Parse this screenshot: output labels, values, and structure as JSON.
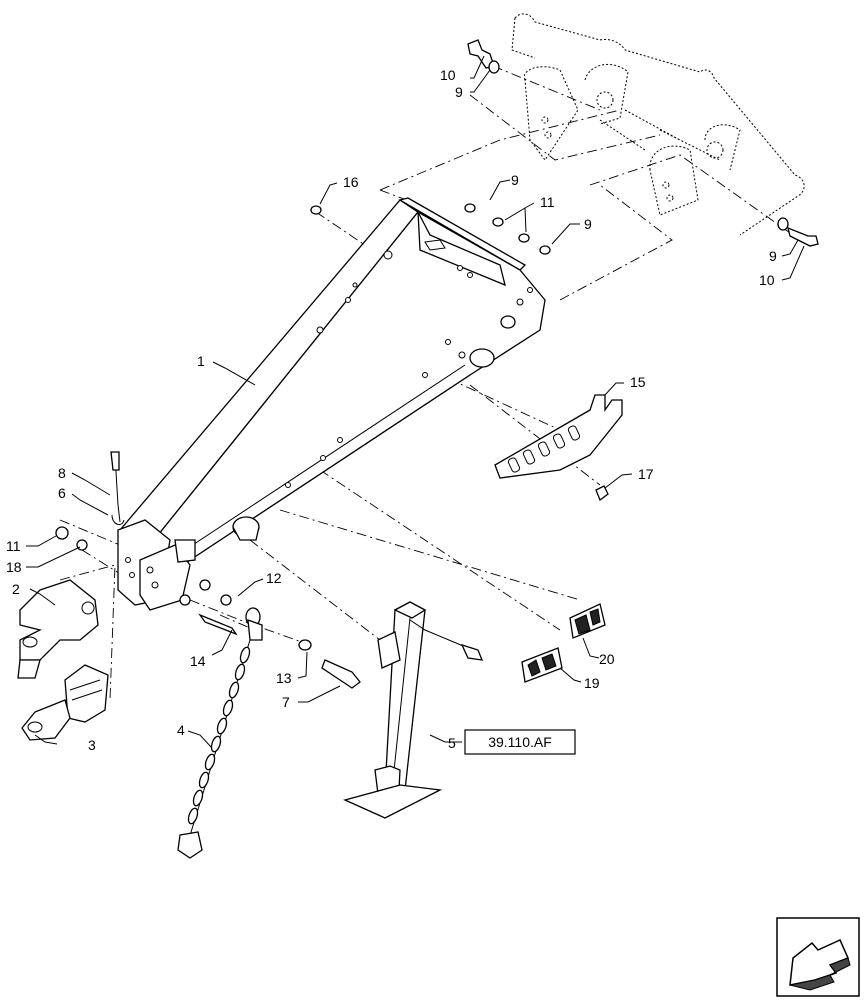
{
  "callouts": [
    {
      "id": "c1",
      "text": "1"
    },
    {
      "id": "c2",
      "text": "2"
    },
    {
      "id": "c3",
      "text": "3"
    },
    {
      "id": "c4",
      "text": "4"
    },
    {
      "id": "c5",
      "text": "5"
    },
    {
      "id": "c6",
      "text": "6"
    },
    {
      "id": "c7",
      "text": "7"
    },
    {
      "id": "c8",
      "text": "8"
    },
    {
      "id": "c9a",
      "text": "9"
    },
    {
      "id": "c9b",
      "text": "9"
    },
    {
      "id": "c9c",
      "text": "9"
    },
    {
      "id": "c9d",
      "text": "9"
    },
    {
      "id": "c10a",
      "text": "10"
    },
    {
      "id": "c10b",
      "text": "10"
    },
    {
      "id": "c11a",
      "text": "11"
    },
    {
      "id": "c11b",
      "text": "11"
    },
    {
      "id": "c12",
      "text": "12"
    },
    {
      "id": "c13",
      "text": "13"
    },
    {
      "id": "c14",
      "text": "14"
    },
    {
      "id": "c15",
      "text": "15"
    },
    {
      "id": "c16",
      "text": "16"
    },
    {
      "id": "c17",
      "text": "17"
    },
    {
      "id": "c18",
      "text": "18"
    },
    {
      "id": "c19",
      "text": "19"
    },
    {
      "id": "c20",
      "text": "20"
    }
  ],
  "reference_box": {
    "text": "39.110.AF"
  },
  "nav_icon": {
    "icon": "arrow-icon"
  }
}
